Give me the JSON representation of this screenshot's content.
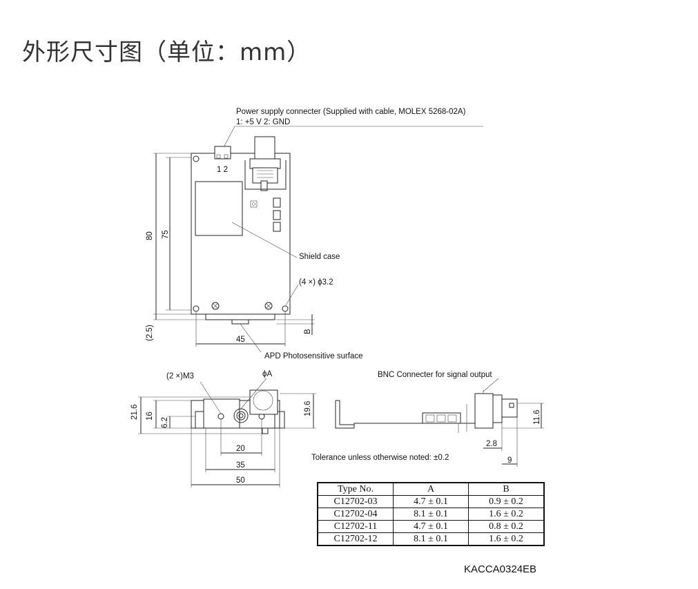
{
  "title": "外形尺寸图（单位：mm）",
  "labels": {
    "power_line1": "Power supply connecter (Supplied with cable, MOLEX 5268-02A)",
    "power_line2": "1: +5 V   2: GND",
    "pins": "1 2",
    "shield_case": "Shield case",
    "holes": "(4 ×) ϕ3.2",
    "apd_surface": "APD Photosensitive surface",
    "m3": "(2 ×)M3",
    "phi_a": "ϕA",
    "bnc": "BNC Connecter for signal output",
    "tolerance": "Tolerance unless otherwise noted: ±0.2",
    "drawing_code": "KACCA0324EB"
  },
  "dims": {
    "d80": "80",
    "d75": "75",
    "d2_5": "(2.5)",
    "b": "B",
    "d45": "45",
    "d21_6": "21.6",
    "d16": "16",
    "d6_2": "6.2",
    "d19_6": "19.6",
    "d20": "20",
    "d35": "35",
    "d50": "50",
    "d11_6": "11.6",
    "d2_8": "2.8",
    "d9": "9"
  },
  "table": {
    "headers": [
      "Type No.",
      "A",
      "B"
    ],
    "rows": [
      [
        "C12702-03",
        "4.7 ± 0.1",
        "0.9 ± 0.2"
      ],
      [
        "C12702-04",
        "8.1 ± 0.1",
        "1.6 ± 0.2"
      ],
      [
        "C12702-11",
        "4.7 ± 0.1",
        "0.8 ± 0.2"
      ],
      [
        "C12702-12",
        "8.1 ± 0.1",
        "1.6 ± 0.2"
      ]
    ]
  }
}
